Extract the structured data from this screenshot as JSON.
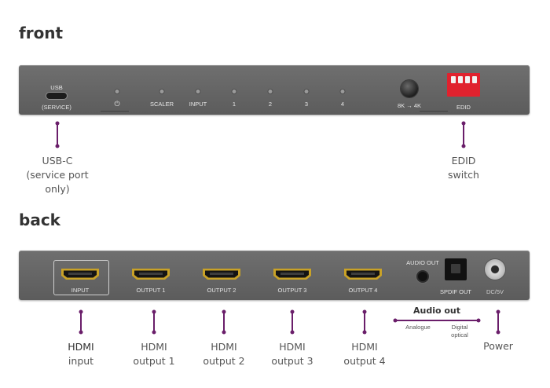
{
  "front": {
    "heading": "front",
    "usb_label": "USB",
    "service_label": "(SERVICE)",
    "power_symbol": "⏻",
    "scaler_label": "SCALER",
    "input_label": "INPUT",
    "led_labels": [
      "1",
      "2",
      "3",
      "4"
    ],
    "knob_label": "8K → 4K",
    "edid_label": "EDID",
    "callouts": {
      "usb": [
        "USB-C",
        "(service port",
        "only)"
      ],
      "edid": [
        "EDID",
        "switch"
      ]
    }
  },
  "back": {
    "heading": "back",
    "ports": [
      "INPUT",
      "OUTPUT 1",
      "OUTPUT 2",
      "OUTPUT 3",
      "OUTPUT 4"
    ],
    "audio_out_label": "AUDIO OUT",
    "spdif_label": "SPDIF OUT",
    "dc_label": "DC/5V",
    "callouts": {
      "input": [
        "HDMI",
        "input"
      ],
      "out1": [
        "HDMI",
        "output 1"
      ],
      "out2": [
        "HDMI",
        "output 2"
      ],
      "out3": [
        "HDMI",
        "output 3"
      ],
      "out4": [
        "HDMI",
        "output 4"
      ],
      "power": [
        "Power"
      ]
    },
    "audio": {
      "title": "Audio out",
      "analogue": "Analogue",
      "digital": [
        "Digital",
        "optical"
      ]
    }
  },
  "colors": {
    "accent": "#6a1e6a",
    "panel": "#666666",
    "hdmi_gold": "#c9a227"
  },
  "icons": {
    "power": "power-icon",
    "hdmi": "hdmi-port-icon"
  }
}
